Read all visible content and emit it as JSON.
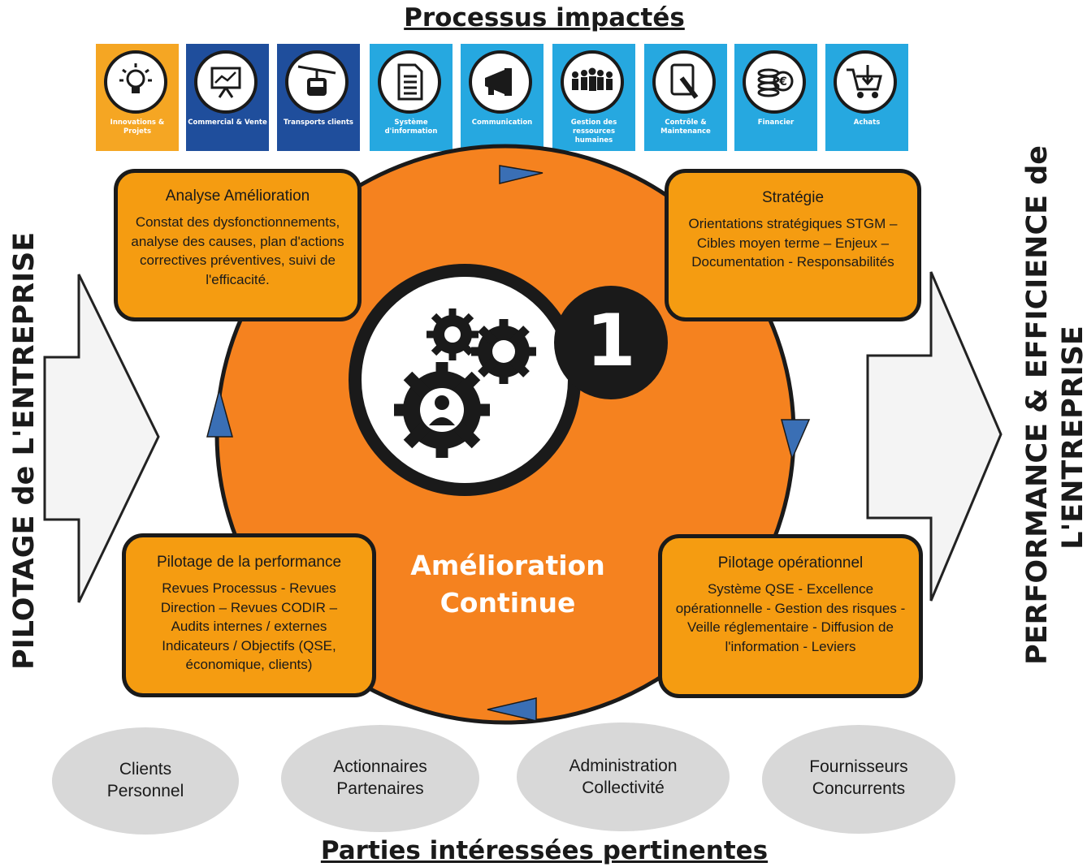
{
  "header": {
    "title": "Processus impactés"
  },
  "processes": [
    {
      "label": "Innovations & Projets",
      "icon": "lightbulb-icon",
      "color": "#f5a623"
    },
    {
      "label": "Commercial & Vente",
      "icon": "presentation-board-icon",
      "color": "#1f4e9c"
    },
    {
      "label": "Transports clients",
      "icon": "cable-car-icon",
      "color": "#1f4e9c"
    },
    {
      "label": "Système d'information",
      "icon": "document-icon",
      "color": "#26a8e0"
    },
    {
      "label": "Communication",
      "icon": "megaphone-icon",
      "color": "#26a8e0"
    },
    {
      "label": "Gestion des ressources humaines",
      "icon": "people-icon",
      "color": "#26a8e0"
    },
    {
      "label": "Contrôle & Maintenance",
      "icon": "tablet-tool-icon",
      "color": "#26a8e0"
    },
    {
      "label": "Financier",
      "icon": "coins-euro-icon",
      "color": "#26a8e0"
    },
    {
      "label": "Achats",
      "icon": "shopping-cart-icon",
      "color": "#26a8e0"
    }
  ],
  "cycle": {
    "center_label_line1": "Amélioration",
    "center_label_line2": "Continue",
    "badge_number": "1",
    "boxes": [
      {
        "title": "Analyse Amélioration",
        "body": "Constat des dysfonctionnements, analyse des causes, plan d'actions correctives préventives, suivi de l'efficacité."
      },
      {
        "title": "Stratégie",
        "body": "Orientations stratégiques STGM – Cibles moyen terme – Enjeux – Documentation - Responsabilités"
      },
      {
        "title": "Pilotage de la performance",
        "body": "Revues Processus - Revues Direction – Revues CODIR – Audits internes / externes Indicateurs / Objectifs (QSE, économique, clients)"
      },
      {
        "title": "Pilotage opérationnel",
        "body": "Système QSE - Excellence opérationnelle - Gestion des risques - Veille réglementaire - Diffusion de l'information - Leviers"
      }
    ]
  },
  "left_arrow": {
    "label": "PILOTAGE de L'ENTREPRISE"
  },
  "right_arrow": {
    "line1": "PERFORMANCE & EFFICIENCE de",
    "line2": "L'ENTREPRISE"
  },
  "stakeholders": {
    "title": "Parties intéressées pertinentes",
    "groups": [
      {
        "line1": "Clients",
        "line2": "Personnel"
      },
      {
        "line1": "Actionnaires",
        "line2": "Partenaires"
      },
      {
        "line1": "Administration",
        "line2": "Collectivité"
      },
      {
        "line1": "Fournisseurs",
        "line2": "Concurrents"
      }
    ]
  },
  "colors": {
    "orange": "#f5821f",
    "box_orange": "#f59c11",
    "arrow_blue": "#3a6fb5",
    "ellipse_grey": "#d8d8d8"
  }
}
